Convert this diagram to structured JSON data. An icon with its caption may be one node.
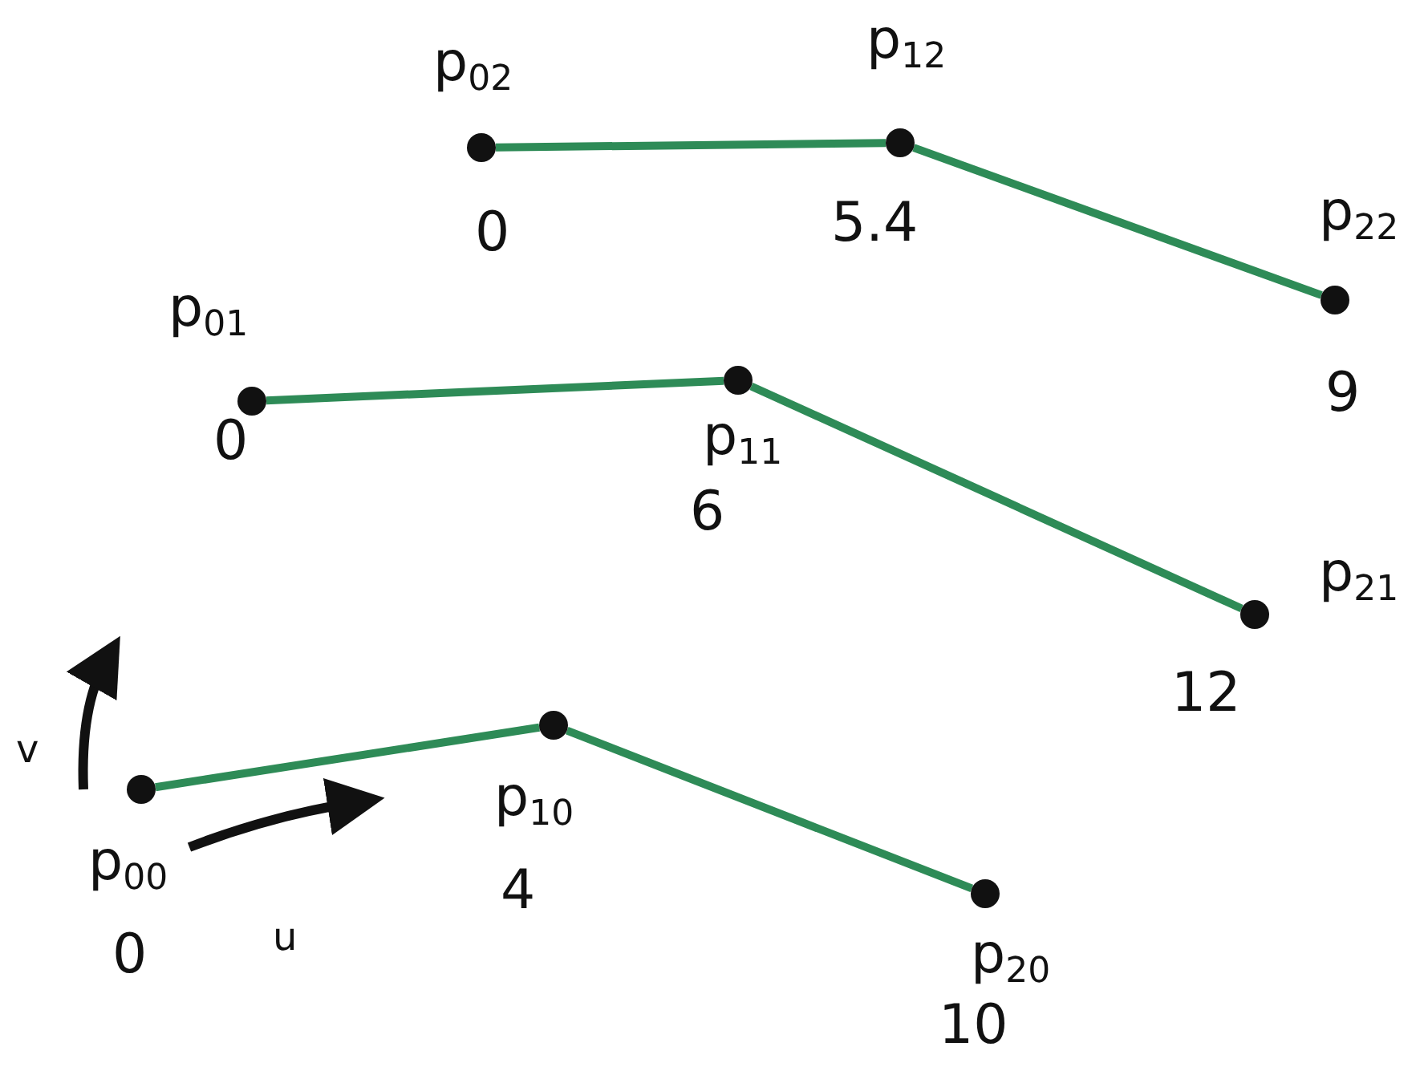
{
  "diagram": {
    "nodes": [
      {
        "text": [
          "p$_{02}$"
        ],
        "beside": [
          "0"
        ]
      },
      {
        "text": [
          "p$_{12}$"
        ],
        "beside": [
          "5.4"
        ]
      },
      {
        "text": [
          "p$_{22}$"
        ],
        "beside": [
          "9"
        ]
      },
      {
        "text": [
          "p$_{01}$"
        ],
        "beside": [
          "0"
        ]
      },
      {
        "text": [
          "p$_{11}$"
        ],
        "beside": [
          "6"
        ]
      },
      {
        "text": [
          "p$_{21}$"
        ],
        "beside": [
          "12"
        ]
      },
      {
        "text": [
          "p$_{00}$"
        ],
        "beside": [
          "0"
        ]
      },
      {
        "text": [
          "p$_{10}$"
        ],
        "beside": [
          "4"
        ]
      },
      {
        "text": [
          "p$_{20}$"
        ],
        "beside": [
          "10"
        ]
      }
    ],
    "edges": [
      {
        "from": 0,
        "to": 1,
        "arrow": "none"
      },
      {
        "from": 1,
        "to": 2,
        "arrow": "none"
      },
      {
        "from": 3,
        "to": 4,
        "arrow": "none"
      },
      {
        "from": 4,
        "to": 5,
        "arrow": "none"
      },
      {
        "from": 6,
        "to": 7,
        "arrow": "none"
      },
      {
        "from": 7,
        "to": 8,
        "arrow": "none"
      }
    ],
    "labels": [
      "v",
      "u"
    ]
  }
}
